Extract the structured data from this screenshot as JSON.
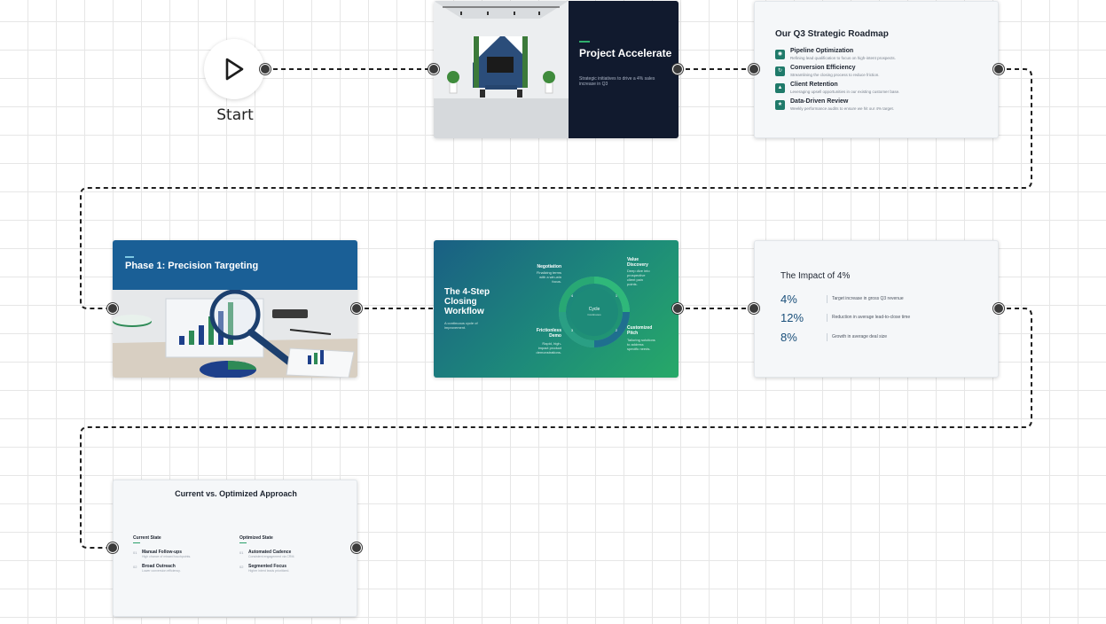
{
  "start": {
    "label": "Start",
    "icon": "play-icon"
  },
  "slides": [
    {
      "id": "project-accelerate",
      "title": "Project Accelerate",
      "subtitle": "Strategic initiatives to drive a 4% sales increase in Q3"
    },
    {
      "id": "roadmap",
      "title": "Our Q3 Strategic Roadmap",
      "items": [
        {
          "name": "Pipeline Optimization",
          "desc": "Refining lead qualification to focus on high-intent prospects."
        },
        {
          "name": "Conversion Efficiency",
          "desc": "Streamlining the closing process to reduce friction."
        },
        {
          "name": "Client Retention",
          "desc": "Leveraging upsell opportunities in our existing customer base."
        },
        {
          "name": "Data-Driven Review",
          "desc": "Weekly performance audits to ensure we hit our 4% target."
        }
      ]
    },
    {
      "id": "phase-1",
      "title": "Phase 1: Precision Targeting"
    },
    {
      "id": "closing-workflow",
      "title": "The 4-Step Closing Workflow",
      "subtitle": "A continuous cycle of improvement.",
      "center_label": "Cycle",
      "center_sub": "Continuous",
      "steps": [
        {
          "name": "Negotiation",
          "desc": "Finalizing terms with a win-win focus."
        },
        {
          "name": "Value Discovery",
          "desc": "Deep dive into prospective client pain points."
        },
        {
          "name": "Frictionless Demo",
          "desc": "Rapid, high-impact product demonstrations."
        },
        {
          "name": "Customized Pitch",
          "desc": "Tailoring solutions to address specific needs."
        }
      ],
      "step_numbers": [
        "1",
        "2",
        "3",
        "4"
      ]
    },
    {
      "id": "impact",
      "title": "The Impact of 4%",
      "rows": [
        {
          "value": "4%",
          "text": "Target increase in gross Q3 revenue"
        },
        {
          "value": "12%",
          "text": "Reduction in average lead-to-close time"
        },
        {
          "value": "8%",
          "text": "Growth in average deal size"
        }
      ]
    },
    {
      "id": "comparison",
      "title": "Current vs. Optimized Approach",
      "current": {
        "heading": "Current State",
        "items": [
          {
            "num": "01",
            "name": "Manual Follow-ups",
            "desc": "High chance of missed touchpoints."
          },
          {
            "num": "02",
            "name": "Broad Outreach",
            "desc": "Lower conversion efficiency."
          }
        ]
      },
      "optimized": {
        "heading": "Optimized State",
        "items": [
          {
            "num": "01",
            "name": "Automated Cadence",
            "desc": "Consistent engagement via CRM."
          },
          {
            "num": "02",
            "name": "Segmented Focus",
            "desc": "Higher intent leads prioritized."
          }
        ]
      }
    }
  ],
  "colors": {
    "connector": "#1f1f1f",
    "handle": "#3b3b3b",
    "dark_navy": "#111a2e",
    "brand_blue": "#1a5f96",
    "teal": "#1f7a6a",
    "green": "#27a968"
  }
}
